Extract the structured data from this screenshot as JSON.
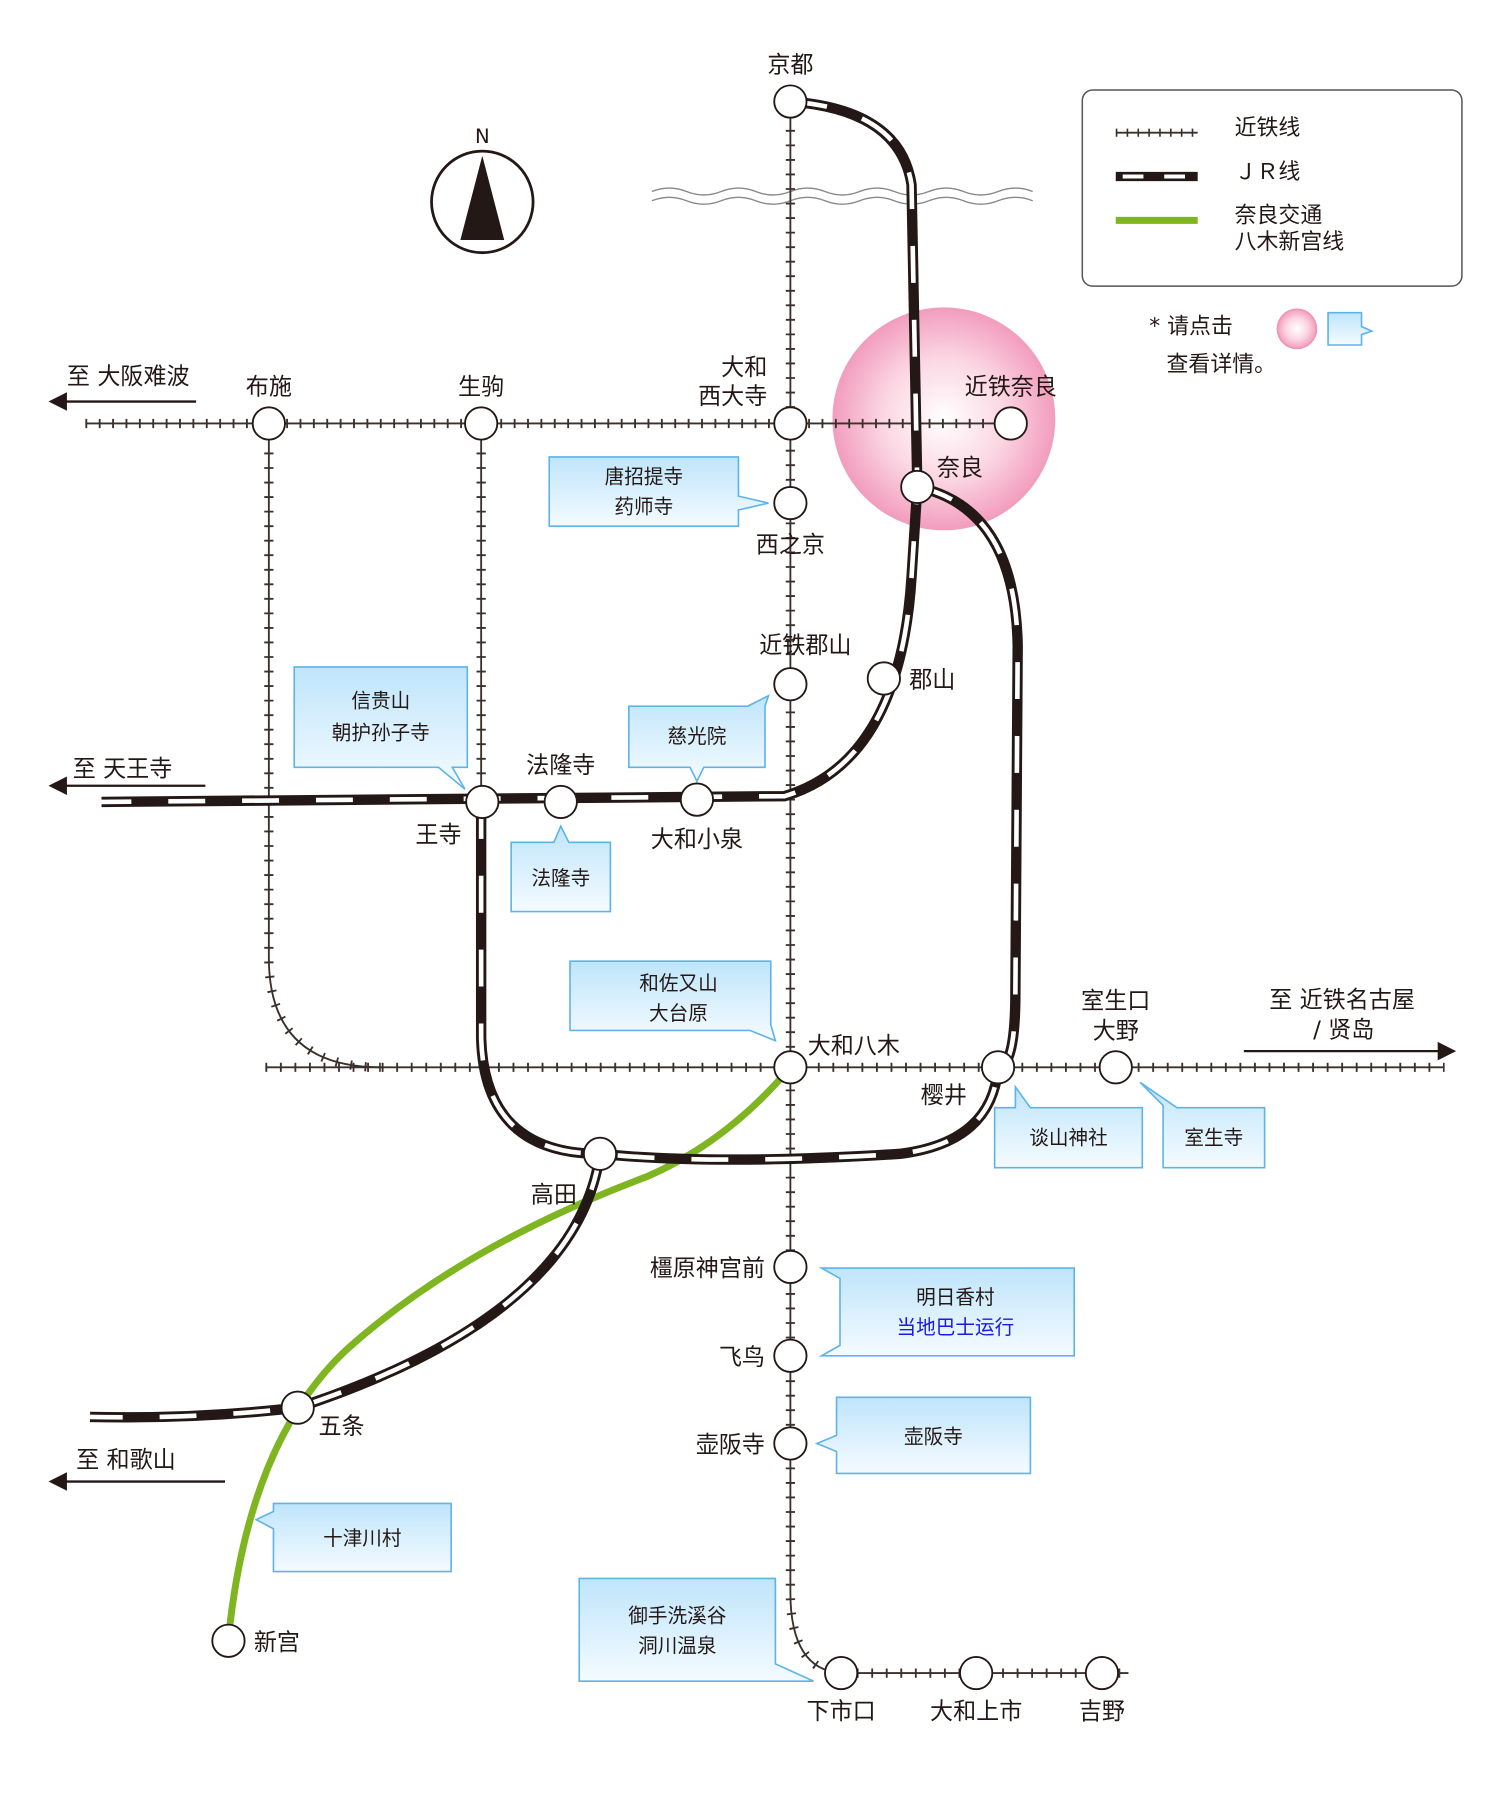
{
  "compass": {
    "label": "N",
    "icon": "north-arrow-icon"
  },
  "legend": {
    "items": [
      {
        "line": "kintetsu",
        "label": "近铁线"
      },
      {
        "line": "jr",
        "label": "ＪＲ线"
      },
      {
        "line": "green",
        "label_line1": "奈良交通",
        "label_line2": "八木新宫线"
      }
    ]
  },
  "note": {
    "line1": "* 请点击",
    "line2": "查看详情。"
  },
  "colors": {
    "jr": "#231815",
    "kintetsu": "#3a302c",
    "green": "#7fb520",
    "callout_border": "#5fb4e6",
    "highlight": "#f4a6c0",
    "callout_link_text": "#1a1ae0"
  },
  "directions": {
    "osaka_namba": "至 大阪难波",
    "tennoji": "至 天王寺",
    "nagoya_line1": "至 近铁名古屋",
    "nagoya_line2": "/ 贤岛",
    "wakayama": "至 和歌山"
  },
  "stations": {
    "kyoto": "京都",
    "fuse": "布施",
    "ikoma": "生驹",
    "saidaiji_line1": "大和",
    "saidaiji_line2": "西大寺",
    "kintetsu_nara": "近铁奈良",
    "nara": "奈良",
    "nishinokyo": "西之京",
    "kintetsu_koriyama": "近铁郡山",
    "koriyama": "郡山",
    "horyuji": "法隆寺",
    "oji": "王寺",
    "yamato_koizumi": "大和小泉",
    "yamato_yagi": "大和八木",
    "sakurai": "樱井",
    "murouguchi_line1": "室生口",
    "murouguchi_line2": "大野",
    "takada": "高田",
    "kashiharajingumae": "橿原神宫前",
    "asuka": "飞鸟",
    "tsubosakayama": "壶阪寺",
    "gojo": "五条",
    "shingu": "新宫",
    "shimoichiguchi": "下市口",
    "yamato_kamiichi": "大和上市",
    "yoshino": "吉野"
  },
  "callouts": {
    "toshodaiji": {
      "line1": "唐招提寺",
      "line2": "药师寺"
    },
    "shigisan": {
      "line1": "信贵山",
      "line2": "朝护孙子寺"
    },
    "jikoin": {
      "line1": "慈光院"
    },
    "horyuji": {
      "line1": "法隆寺"
    },
    "wasamata": {
      "line1": "和佐又山",
      "line2": "大台原"
    },
    "tanzan": {
      "line1": "谈山神社"
    },
    "muroji": {
      "line1": "室生寺"
    },
    "asuka": {
      "line1": "明日香村",
      "line2": "当地巴士运行"
    },
    "tsubosaka": {
      "line1": "壶阪寺"
    },
    "totsukawa": {
      "line1": "十津川村"
    },
    "mitarai": {
      "line1": "御手洗溪谷",
      "line2": "洞川温泉"
    }
  }
}
